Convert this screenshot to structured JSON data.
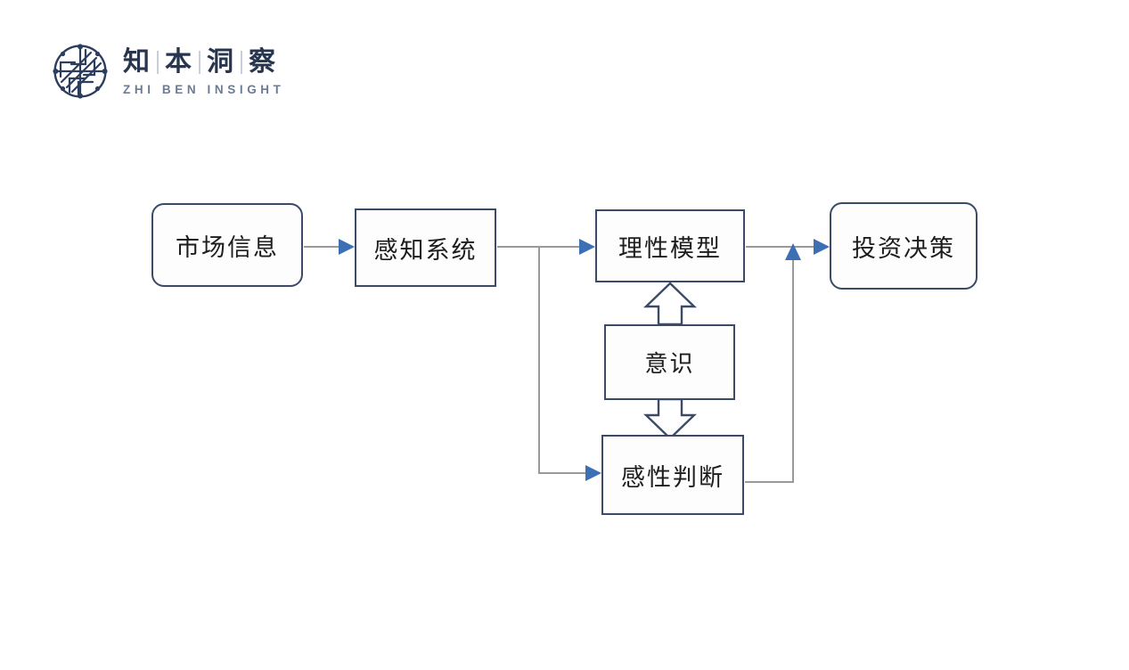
{
  "brand": {
    "logo_icon": "circuit-circle-logo",
    "name_cn_parts": [
      "知",
      "本",
      "洞",
      "察"
    ],
    "name_en": "ZHI BEN INSIGHT",
    "color_dark": "#28354f",
    "color_muted": "#6d7b91"
  },
  "diagram": {
    "type": "flowchart",
    "colors": {
      "node_border": "#3b4a66",
      "node_fill": "#fdfdfd",
      "connector_line": "#9a9a9a",
      "arrow_head": "#3c6fb4",
      "block_arrow_stroke": "#3b4a66",
      "block_arrow_fill": "#ffffff"
    },
    "nodes": [
      {
        "id": "market",
        "label": "市场信息",
        "shape": "rounded-rect"
      },
      {
        "id": "percept",
        "label": "感知系统",
        "shape": "rect"
      },
      {
        "id": "rational",
        "label": "理性模型",
        "shape": "rect"
      },
      {
        "id": "decision",
        "label": "投资决策",
        "shape": "rounded-rect"
      },
      {
        "id": "conscious",
        "label": "意识",
        "shape": "rect"
      },
      {
        "id": "emotional",
        "label": "感性判断",
        "shape": "rect"
      }
    ],
    "edges": [
      {
        "from": "market",
        "to": "percept",
        "style": "thin-arrow"
      },
      {
        "from": "percept",
        "to": "rational",
        "style": "thin-arrow"
      },
      {
        "from": "percept",
        "to": "emotional",
        "style": "thin-arrow-elbow"
      },
      {
        "from": "rational",
        "to": "decision",
        "style": "thin-arrow"
      },
      {
        "from": "emotional",
        "to": "decision",
        "style": "thin-arrow-feedback-up"
      },
      {
        "from": "conscious",
        "to": "rational",
        "style": "block-arrow-up"
      },
      {
        "from": "conscious",
        "to": "emotional",
        "style": "block-arrow-down"
      }
    ]
  }
}
